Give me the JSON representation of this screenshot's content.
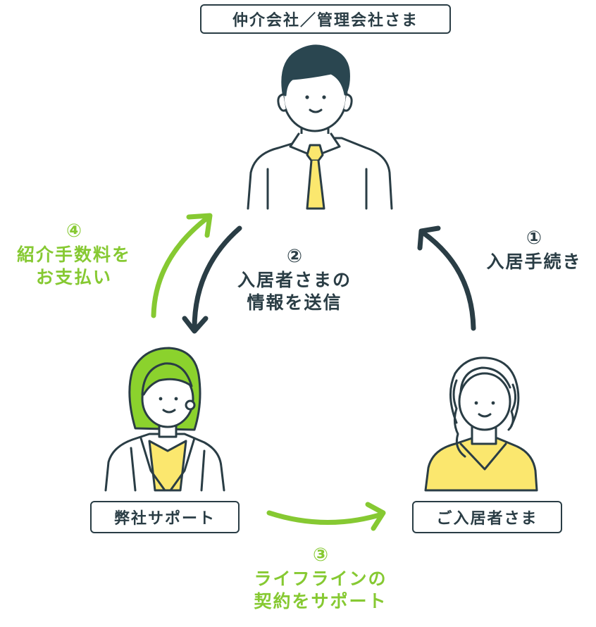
{
  "nodes": {
    "top": "仲介会社／管理会社さま",
    "left": "弊社サポート",
    "right": "ご入居者さま"
  },
  "steps": {
    "s1": {
      "num": "①",
      "text": "入居手続き"
    },
    "s2": {
      "num": "②",
      "text": "入居者さまの\n情報を送信"
    },
    "s3": {
      "num": "③",
      "text": "ライフラインの\n契約をサポート"
    },
    "s4": {
      "num": "④",
      "text": "紹介手数料を\nお支払い"
    }
  },
  "colors": {
    "dark": "#2a3d45",
    "green": "#86c932",
    "yellow": "#fbe76e",
    "lime": "#8bd22d"
  },
  "icons": [
    "businessman-icon",
    "support-woman-icon",
    "resident-woman-icon",
    "arrow-icon"
  ]
}
